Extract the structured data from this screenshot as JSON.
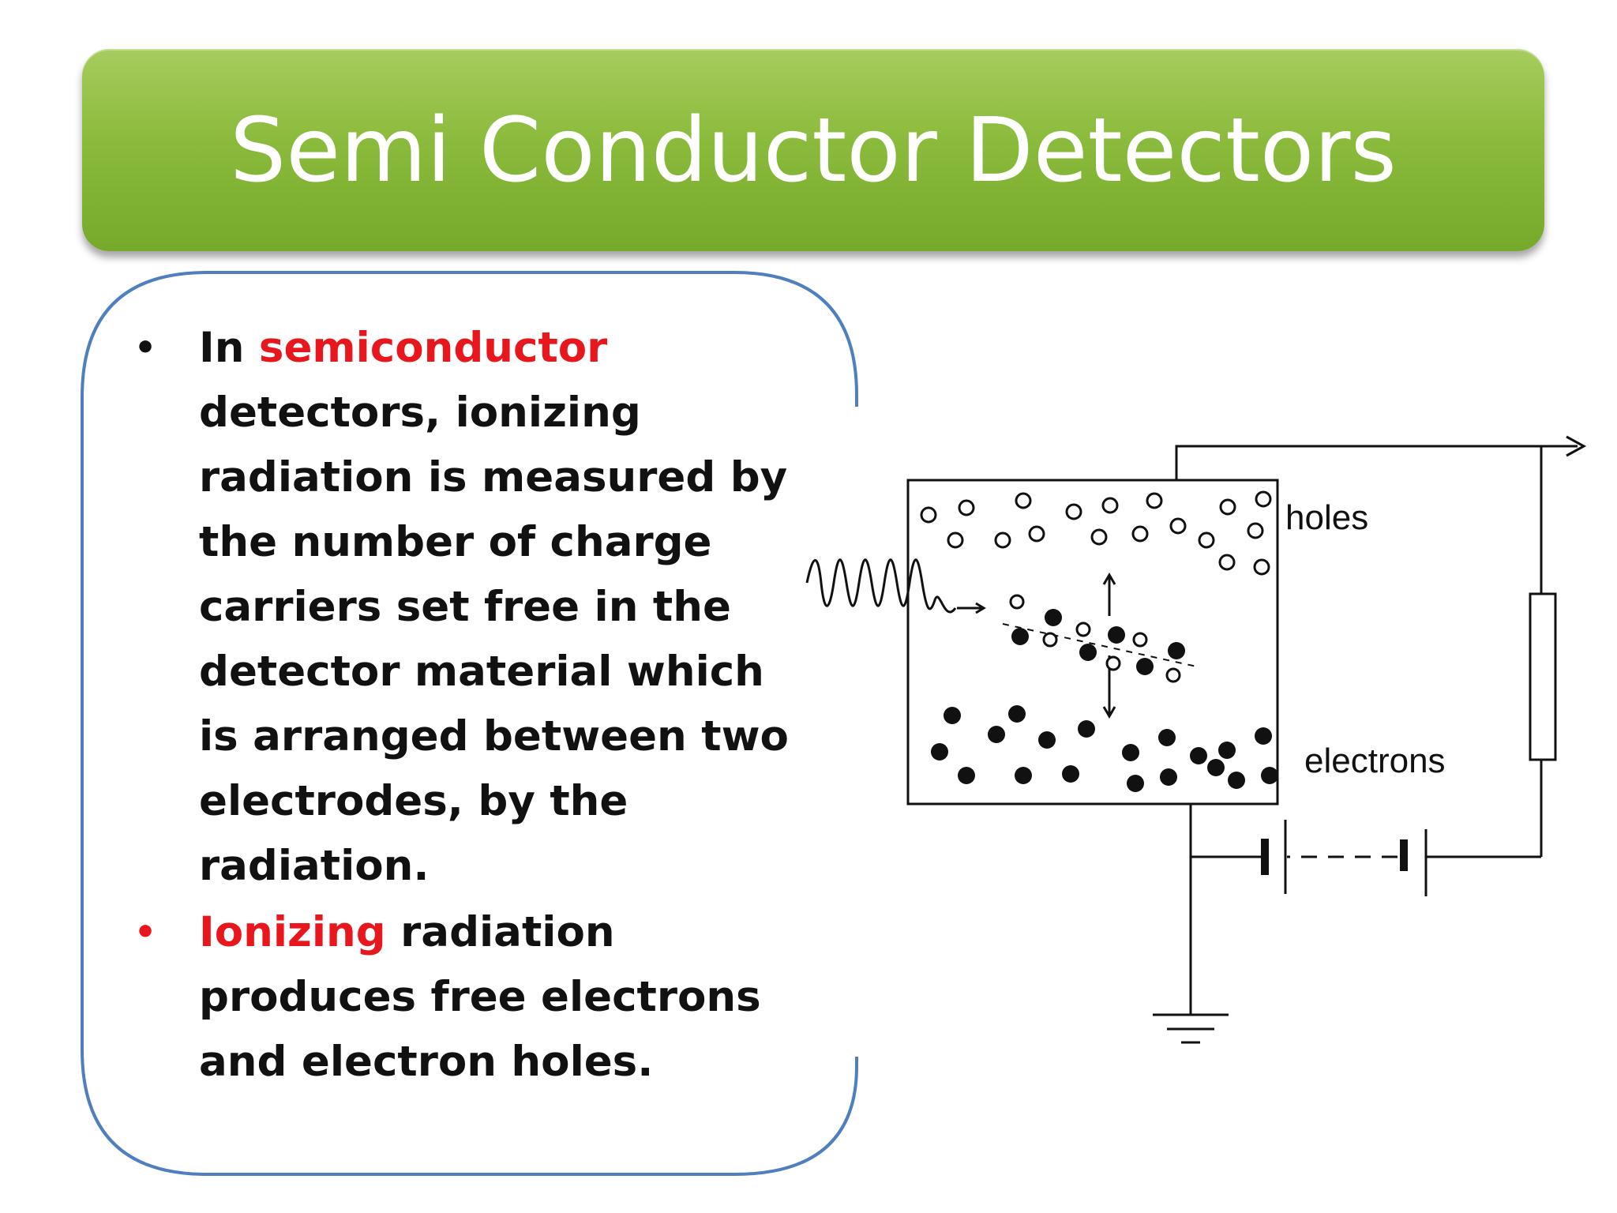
{
  "slide": {
    "title": "Semi Conductor Detectors"
  },
  "bullets": [
    {
      "prefix": "In ",
      "highlight": "semiconductor",
      "suffix": " detectors, ionizing radiation is measured by the number of charge carriers set free in the detector material which is arranged between two electrodes, by the radiation.",
      "bullet_color": "#111111"
    },
    {
      "prefix": "",
      "highlight": "Ionizing",
      "suffix": " radiation produces free electrons and electron holes.",
      "bullet_color": "#e8161d"
    }
  ],
  "diagram": {
    "labels": {
      "holes": "holes",
      "electrons": "electrons"
    }
  },
  "colors": {
    "banner": "#8bbb3c",
    "frame": "#4f7fbf",
    "highlight": "#e8161d"
  }
}
